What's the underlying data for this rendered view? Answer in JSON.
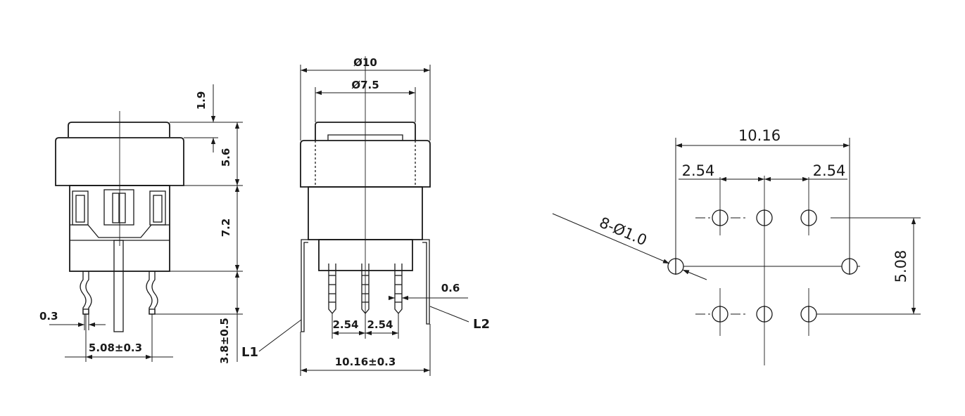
{
  "side_view": {
    "dims": {
      "top_cap": "1.9",
      "cap_height": "5.6",
      "body_height": "7.2",
      "pin_length": "3.8±0.5",
      "pin_width": "0.3",
      "pin_spacing": "5.08±0.3"
    }
  },
  "front_view": {
    "dims": {
      "outer_diameter": "Ø10",
      "inner_diameter": "Ø7.5",
      "pin_thickness": "0.6",
      "pitch_left": "2.54",
      "pitch_right": "2.54",
      "total_width": "10.16±0.3"
    },
    "labels": {
      "lead_1": "L1",
      "lead_2": "L2"
    }
  },
  "pcb_layout": {
    "dims": {
      "width": "10.16",
      "pitch_left": "2.54",
      "pitch_right": "2.54",
      "row_spacing": "5.08",
      "holes": "8-Ø1.0"
    }
  }
}
